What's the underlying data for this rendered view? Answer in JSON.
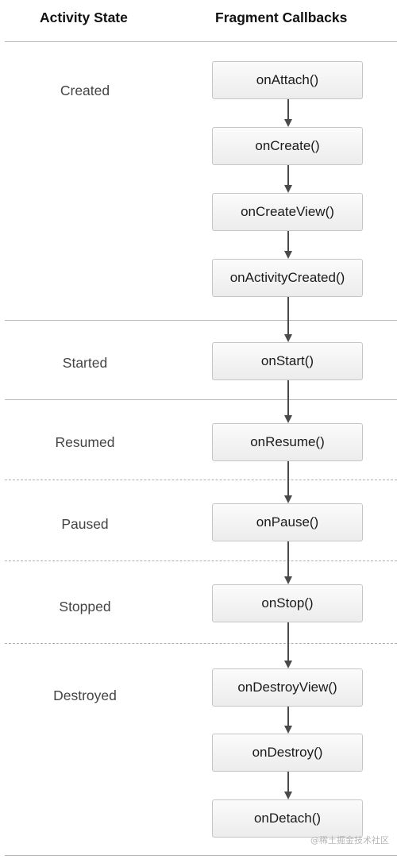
{
  "headers": {
    "activity_state": "Activity State",
    "fragment_callbacks": "Fragment Callbacks"
  },
  "states": {
    "created": "Created",
    "started": "Started",
    "resumed": "Resumed",
    "paused": "Paused",
    "stopped": "Stopped",
    "destroyed": "Destroyed"
  },
  "callbacks": {
    "on_attach": "onAttach()",
    "on_create": "onCreate()",
    "on_create_view": "onCreateView()",
    "on_activity_created": "onActivityCreated()",
    "on_start": "onStart()",
    "on_resume": "onResume()",
    "on_pause": "onPause()",
    "on_stop": "onStop()",
    "on_destroy_view": "onDestroyView()",
    "on_destroy": "onDestroy()",
    "on_detach": "onDetach()"
  },
  "watermark": "@稀土掘金技术社区"
}
